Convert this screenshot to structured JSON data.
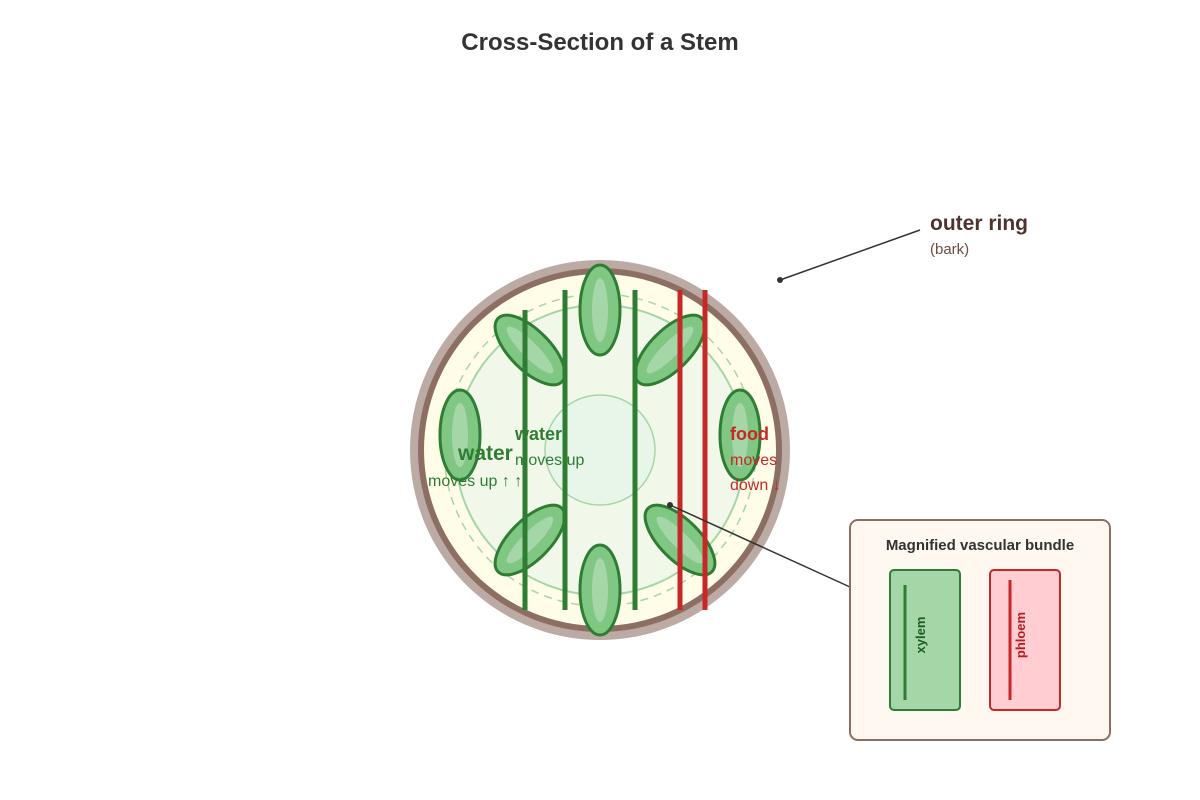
{
  "title": "Cross-Section of a Stem",
  "colors": {
    "bark": "#8d6e63",
    "bark_light": "#bcaaa4",
    "cortex": "#fffde7",
    "pith": "#e8f5e9",
    "xylem": "#2e7d32",
    "xylem_fill": "#a5d6a7",
    "phloem": "#c62828",
    "phloem_fill": "#ffcdd2",
    "inset_bg": "#fff8f0",
    "label_dark": "#4e342e"
  },
  "labels": {
    "bark_title": "outer ring",
    "bark_sub": "(bark)",
    "water_left_title": "water",
    "water_left_sub": "moves up ↑ ↑",
    "water_center_title": "water",
    "water_center_sub": "moves up",
    "food_title": "food",
    "food_sub_1": "moves",
    "food_sub_2": "down ↓"
  },
  "inset": {
    "title": "Magnified vascular bundle",
    "xylem_label": "xylem",
    "phloem_label": "phloem"
  }
}
